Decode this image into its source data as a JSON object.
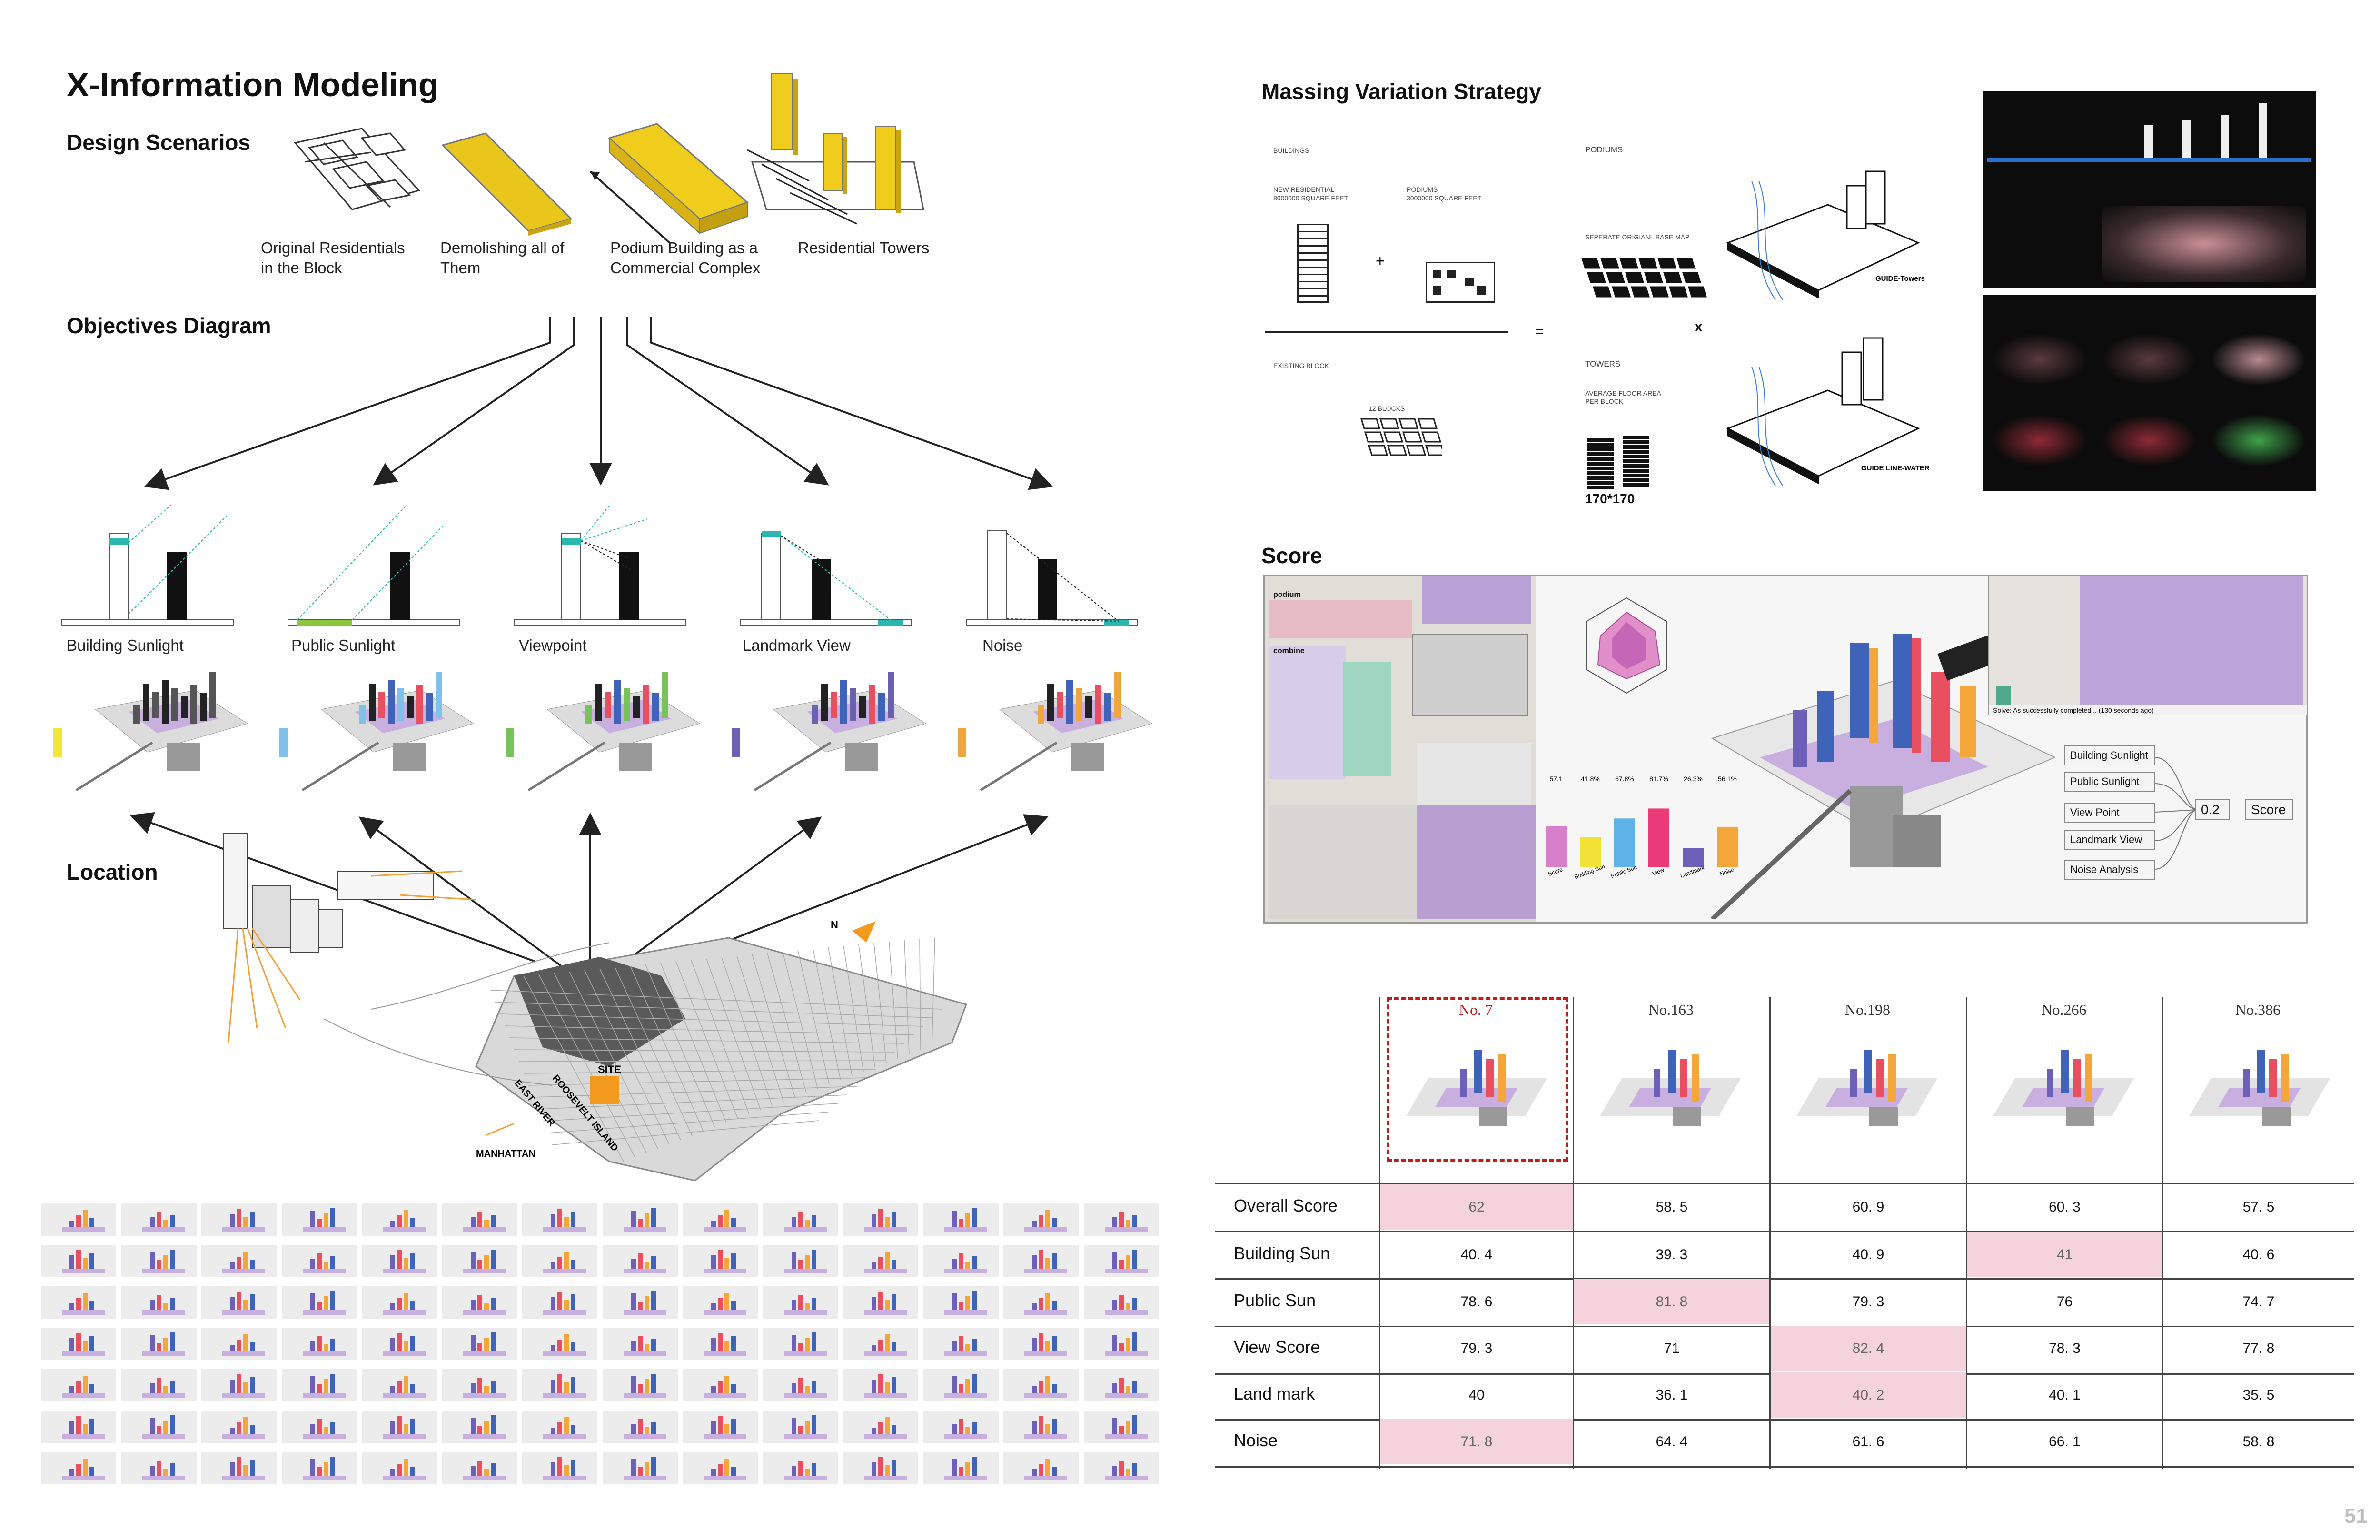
{
  "header": {
    "title": "X-Information Modeling",
    "design_scenarios": "Design Scenarios",
    "objectives": "Objectives Diagram",
    "location": "Location",
    "massing": "Massing Variation Strategy",
    "score": "Score"
  },
  "scenarios": [
    {
      "line1": "Original Residentials",
      "line2": "in the Block"
    },
    {
      "line1": "Demolishing all of",
      "line2": "Them"
    },
    {
      "line1": "Podium Building as a",
      "line2": "Commercial Complex"
    },
    {
      "line1": "Residential Towers",
      "line2": ""
    }
  ],
  "objectives": [
    "Building Sunlight",
    "Public Sunlight",
    "Viewpoint",
    "Landmark View",
    "Noise"
  ],
  "objective_colors": [
    "#f0e63c",
    "#7fc1e8",
    "#78c25a",
    "#6a62b0",
    "#f0a640"
  ],
  "map_labels": {
    "site": "SITE",
    "east_river": "EAST RIVER",
    "roosevelt": "ROOSEVELT ISLAND",
    "manhattan": "MANHATTAN",
    "north": "N"
  },
  "massing": {
    "buildings": "BUILDINGS",
    "new_residential": "NEW RESIDENTIAL",
    "new_residential_area": "8000000 SQUARE FEET",
    "podiums_small": "PODIUMS",
    "podiums_area": "3000000 SQUARE FEET",
    "existing_block": "EXISTING BLOCK",
    "blocks": "12 BLOCKS",
    "podiums_title": "PODIUMS",
    "base_map": "SEPERATE ORIGIANL BASE MAP",
    "towers_title": "TOWERS",
    "average_floor": "AVERAGE FLOOR AREA",
    "per_block": "PER BLOCK",
    "dims": "170*170",
    "guide_towers": "GUIDE-Towers",
    "guide_water": "GUIDE LINE-WATER",
    "plus": "+",
    "equals": "=",
    "times": "x"
  },
  "score_panel": {
    "podium": "podium",
    "combine": "combine",
    "status": "Solve: As successfully completed... (130 seconds ago)",
    "inputs": [
      "Building Sunlight",
      "Public Sunlight",
      "View Point",
      "Landmark View",
      "Noise Analysis"
    ],
    "weight": "0.2",
    "output": "Score"
  },
  "chart_data": {
    "type": "bar",
    "categories": [
      "Score",
      "Building Sun",
      "Public Sun",
      "View",
      "Landmark",
      "Noise"
    ],
    "values": [
      57.1,
      41.8,
      67.8,
      81.7,
      26.3,
      56.1
    ],
    "labels": [
      "57.1",
      "41.8%",
      "67.8%",
      "81.7%",
      "26.3%",
      "56.1%"
    ],
    "colors": [
      "#d77fc9",
      "#f2e236",
      "#5db2e8",
      "#ec3a78",
      "#6c60b8",
      "#f4a63a"
    ],
    "ylim": [
      0,
      100
    ]
  },
  "table": {
    "columns": [
      "No. 7",
      "No.163",
      "No.198",
      "No.266",
      "No.386"
    ],
    "rows": [
      {
        "label": "Overall Score",
        "values": [
          "62",
          "58. 5",
          "60. 9",
          "60. 3",
          "57. 5"
        ],
        "highlight": 0
      },
      {
        "label": "Building Sun",
        "values": [
          "40. 4",
          "39. 3",
          "40. 9",
          "41",
          "40. 6"
        ],
        "highlight": 3
      },
      {
        "label": "Public Sun",
        "values": [
          "78. 6",
          "81. 8",
          "79. 3",
          "76",
          "74. 7"
        ],
        "highlight": 1
      },
      {
        "label": "View Score",
        "values": [
          "79. 3",
          "71",
          "82. 4",
          "78. 3",
          "77. 8"
        ],
        "highlight": 2
      },
      {
        "label": "Land mark",
        "values": [
          "40",
          "36. 1",
          "40. 2",
          "40. 1",
          "35. 5"
        ],
        "highlight": 2
      },
      {
        "label": "Noise",
        "values": [
          "71. 8",
          "64. 4",
          "61. 6",
          "66. 1",
          "58. 8"
        ],
        "highlight": 0
      }
    ]
  },
  "page_number": "51"
}
